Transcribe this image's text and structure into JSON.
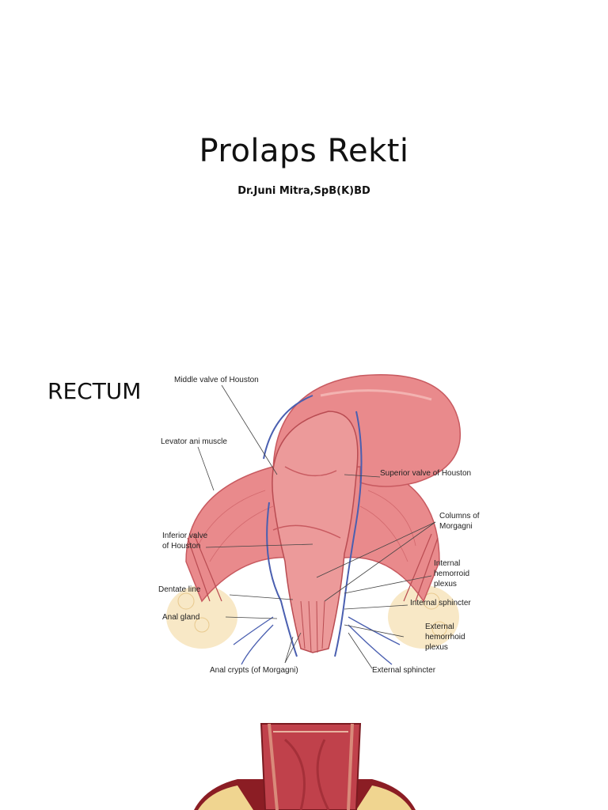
{
  "slide1": {
    "title": "Prolaps Rekti",
    "subtitle": "Dr.Juni Mitra,SpB(K)BD"
  },
  "slide2": {
    "section_title": "RECTUM",
    "diagram_labels": {
      "middle_valve": "Middle valve of Houston",
      "levator_ani": "Levator ani muscle",
      "superior_valve": "Superior valve of Houston",
      "columns_1": "Columns of",
      "columns_2": "Morgagni",
      "inferior_valve_1": "Inferior valve",
      "inferior_valve_2": "of Houston",
      "internal_hem_1": "Internal",
      "internal_hem_2": "hemorroid",
      "internal_hem_3": "plexus",
      "dentate_line": "Dentate line",
      "internal_sphincter": "Internal sphincter",
      "anal_gland": "Anal gland",
      "external_hem_1": "External",
      "external_hem_2": "hemorrhoid",
      "external_hem_3": "plexus",
      "anal_crypts": "Anal crypts (of Morgagni)",
      "external_sphincter": "External sphincter"
    }
  },
  "colors": {
    "tissue": "#e98a8c",
    "tissue_dark": "#c85a60",
    "tissue_light": "#f3b3b1",
    "muscle": "#d66a6e",
    "vein": "#4a5fb0",
    "fat": "#f6e2b8"
  }
}
